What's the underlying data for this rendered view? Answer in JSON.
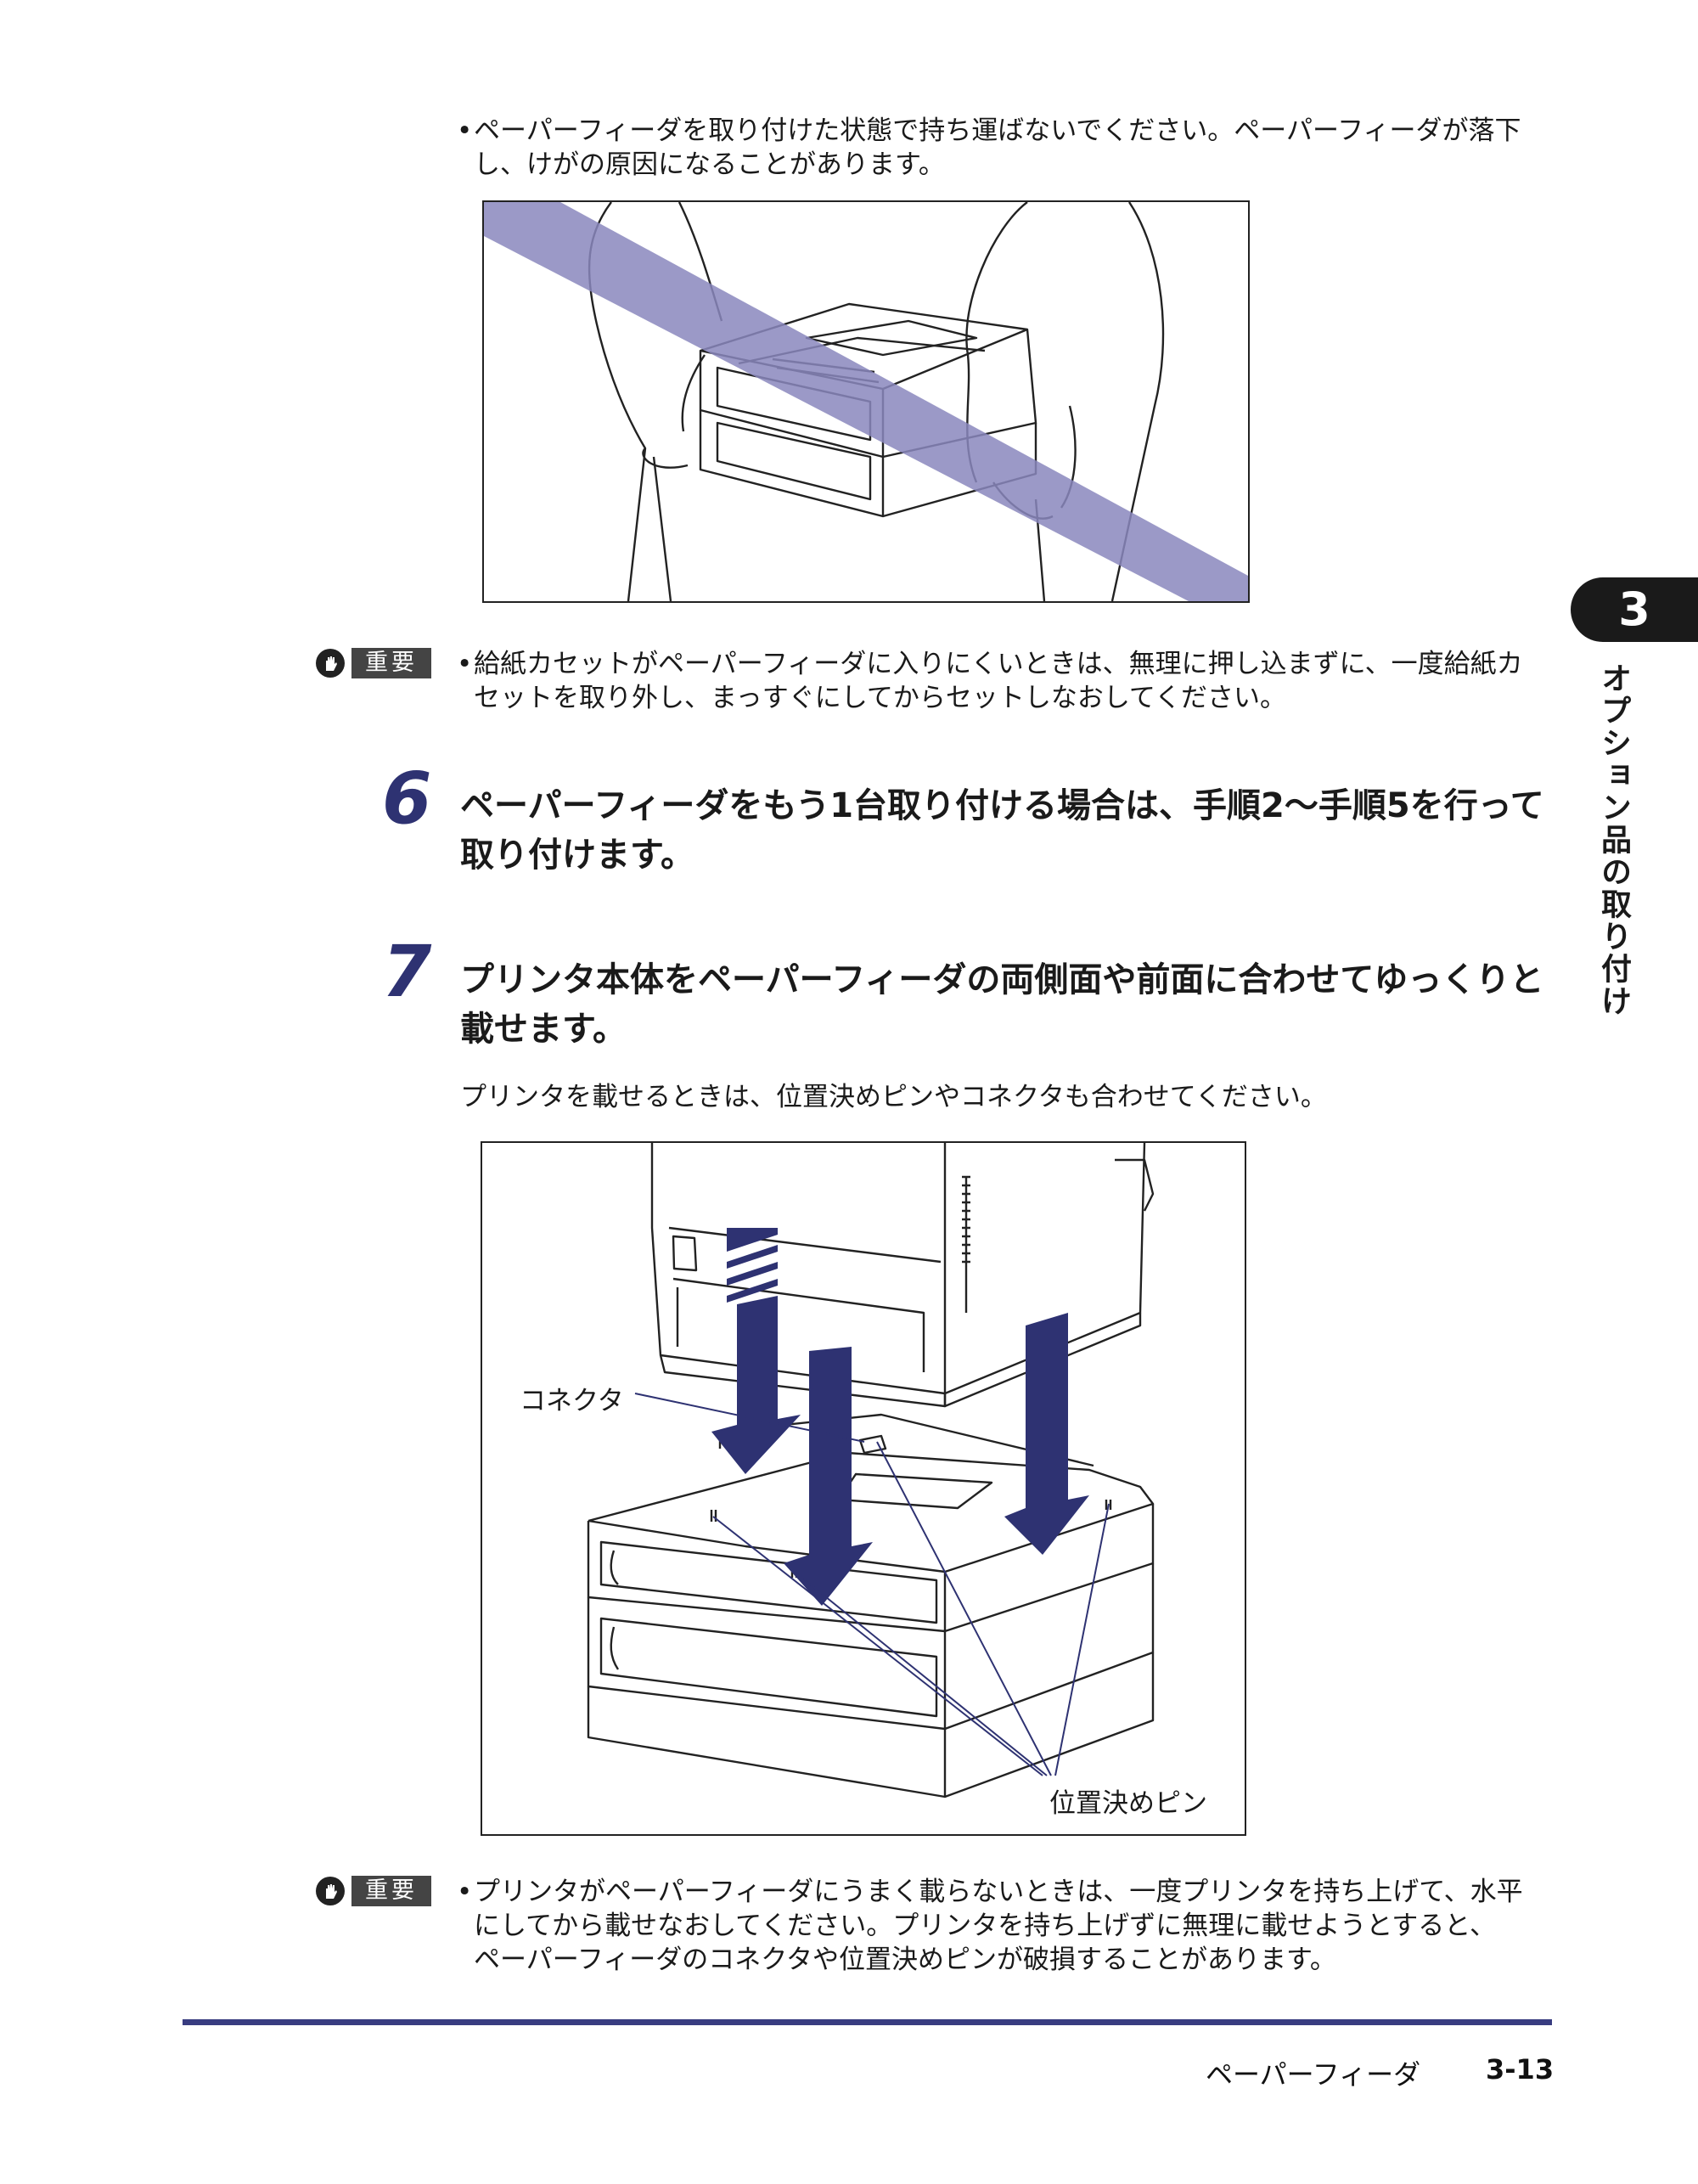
{
  "warning": {
    "bullet": "•",
    "line1": "ペーパーフィーダを取り付けた状態で持ち運ばないでください。ペーパーフィーダが落下",
    "line2": "し、けがの原因になることがあります。"
  },
  "important_label": "重要",
  "note1": {
    "bullet": "•",
    "line1": "給紙カセットがペーパーフィーダに入りにくいときは、無理に押し込まずに、一度給紙カ",
    "line2": "セットを取り外し、まっすぐにしてからセットしなおしてください。"
  },
  "step6": {
    "number": "6",
    "line1": "ペーパーフィーダをもう1台取り付ける場合は、手順2〜手順5を行って",
    "line2": "取り付けます。"
  },
  "step7": {
    "number": "7",
    "line1": "プリンタ本体をペーパーフィーダの両側面や前面に合わせてゆっくりと",
    "line2": "載せます。",
    "description": "プリンタを載せるときは、位置決めピンやコネクタも合わせてください。"
  },
  "figure2": {
    "connector_label": "コネクタ",
    "pin_label": "位置決めピン"
  },
  "note2": {
    "bullet": "•",
    "line1": "プリンタがペーパーフィーダにうまく載らないときは、一度プリンタを持ち上げて、水平",
    "line2": "にしてから載せなおしてください。プリンタを持ち上げずに無理に載せようとすると、",
    "line3": "ペーパーフィーダのコネクタや位置決めピンが破損することがあります。"
  },
  "chapter": {
    "number": "3",
    "title": "オプション品の取り付け"
  },
  "footer": {
    "section": "ペーパーフィーダ",
    "page": "3-13"
  },
  "colors": {
    "accent": "#2e3272",
    "arrow": "#2e3272",
    "prohibit_band": "#8a87bd"
  }
}
